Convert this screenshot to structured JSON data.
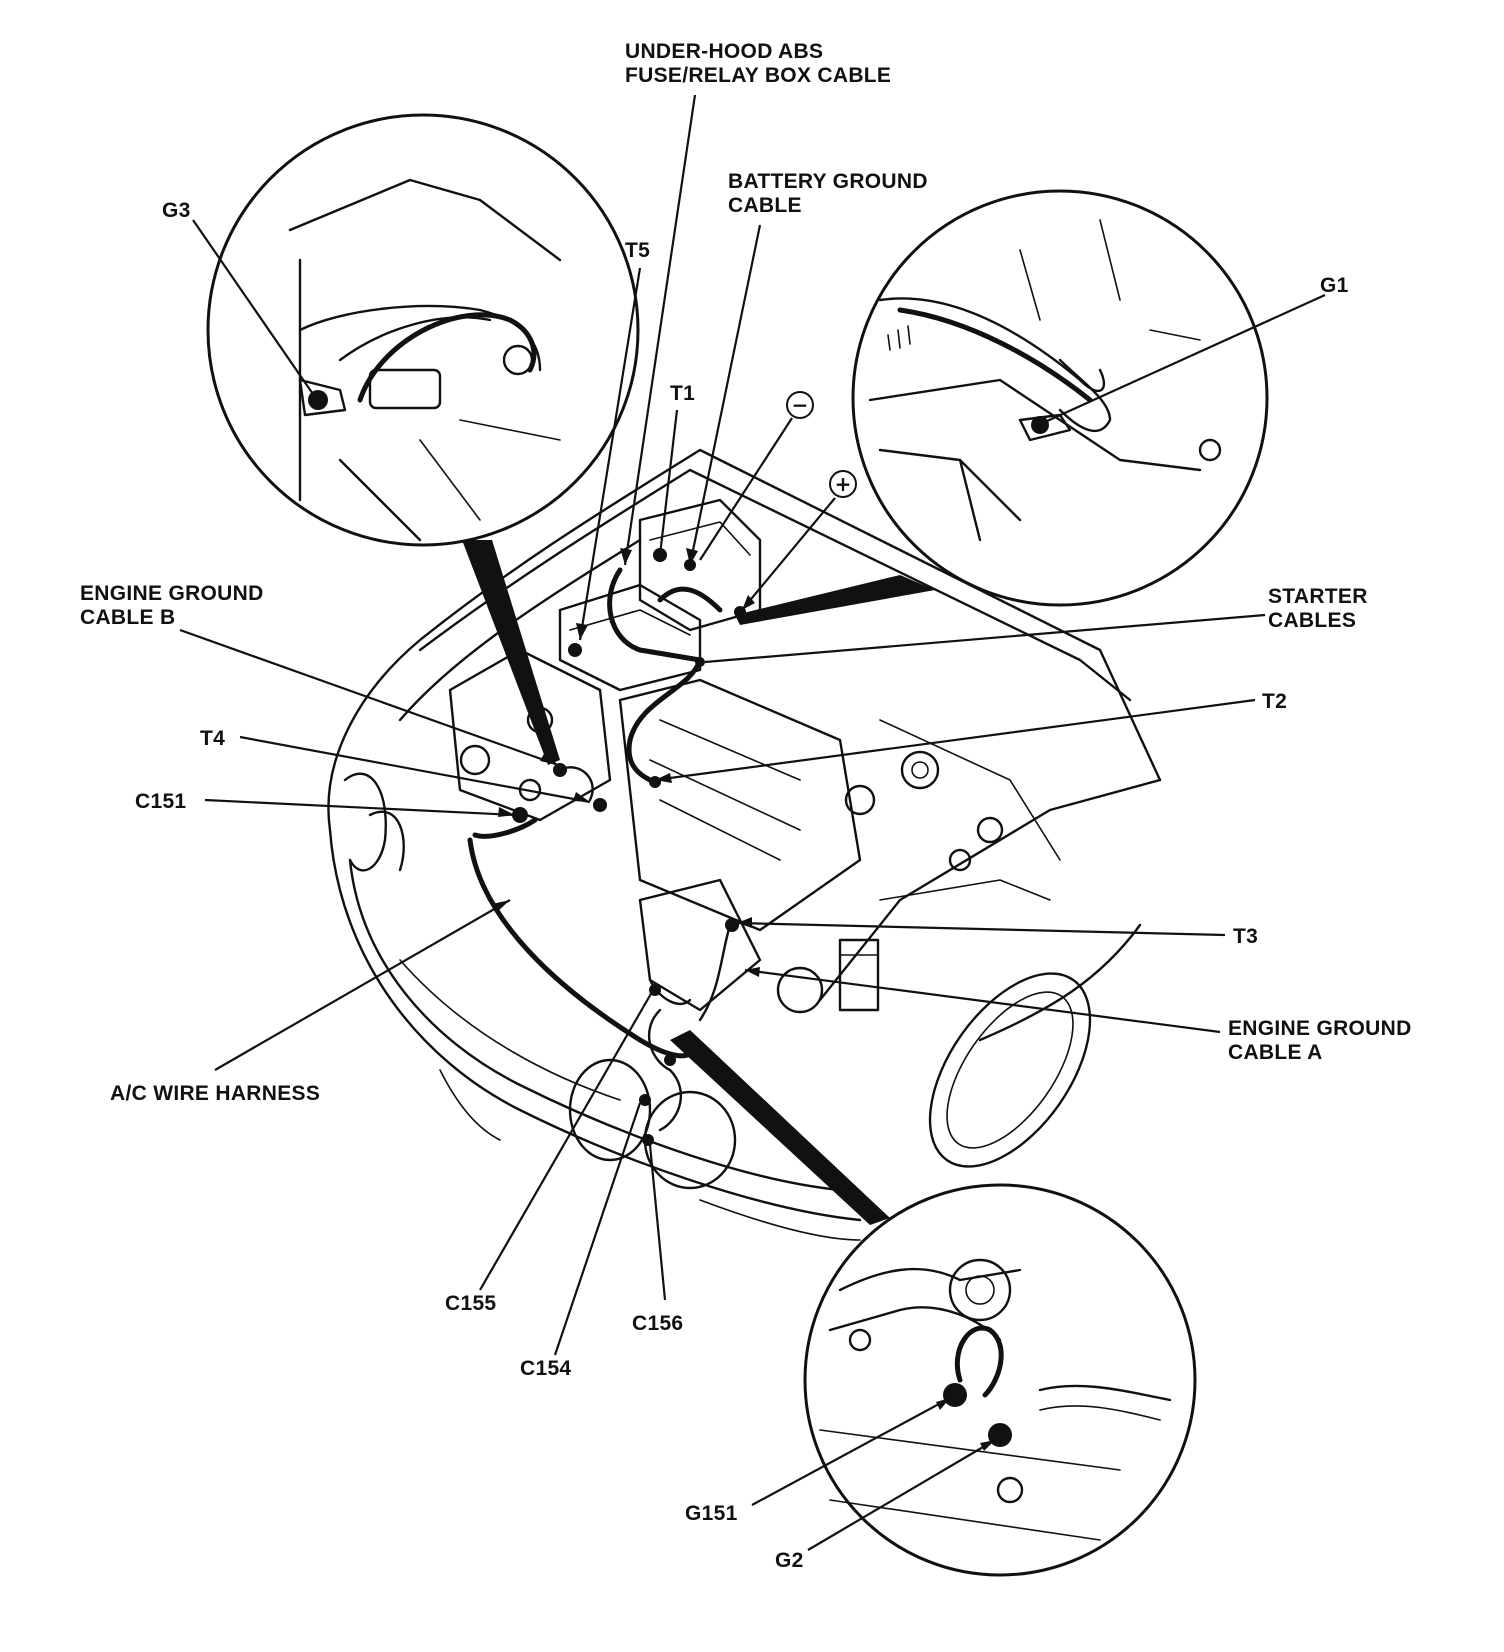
{
  "labels": {
    "under_hood_abs": [
      "UNDER-HOOD ABS",
      "FUSE/RELAY BOX CABLE"
    ],
    "battery_ground": [
      "BATTERY GROUND",
      "CABLE"
    ],
    "engine_ground_b": [
      "ENGINE GROUND",
      "CABLE B"
    ],
    "starter_cables": [
      "STARTER",
      "CABLES"
    ],
    "engine_ground_a": [
      "ENGINE GROUND",
      "CABLE A"
    ],
    "ac_harness": "A/C WIRE HARNESS",
    "g3": "G3",
    "g1": "G1",
    "t5": "T5",
    "t1": "T1",
    "t4": "T4",
    "c151": "C151",
    "t2": "T2",
    "t3": "T3",
    "c155": "C155",
    "c154": "C154",
    "c156": "C156",
    "g151": "G151",
    "g2": "G2",
    "minus_symbol": "−",
    "plus_symbol": "+"
  },
  "colors": {
    "ink": "#111111",
    "paper": "#ffffff"
  }
}
